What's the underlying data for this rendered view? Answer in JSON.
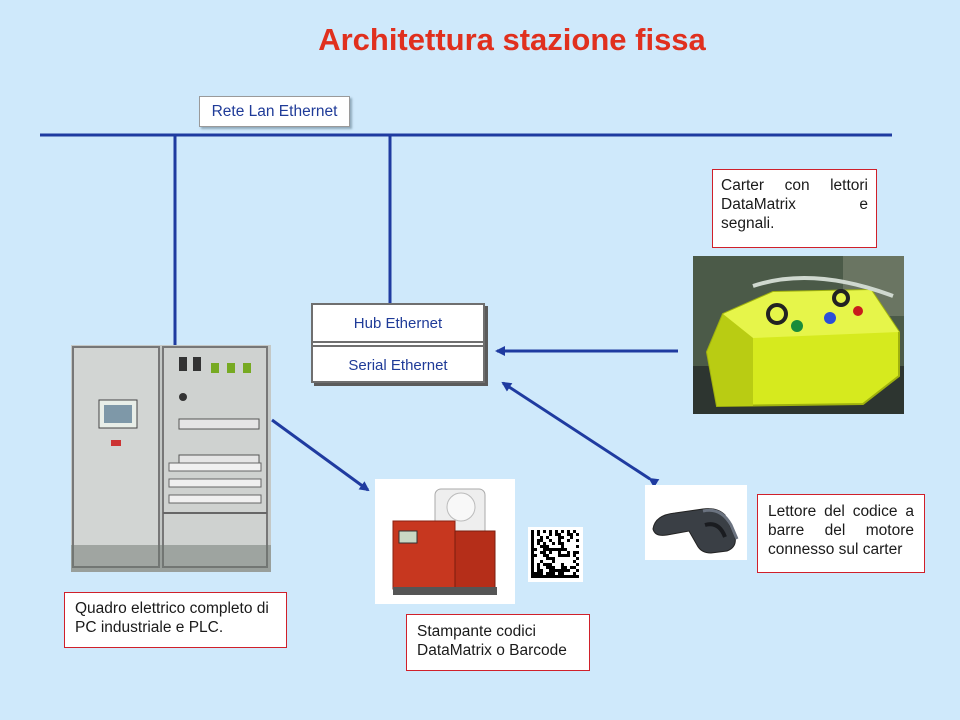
{
  "title": "Architettura stazione fissa",
  "lan_label": "Rete Lan  Ethernet",
  "hub": {
    "row1": "Hub  Ethernet",
    "row2": "Serial  Ethernet"
  },
  "carter_box": {
    "line1_a": "Carter",
    "line1_b": "con",
    "line1_c": "lettori",
    "line2_a": "DataMatrix",
    "line2_b": "e",
    "line3": "segnali."
  },
  "reader_box": {
    "line1": "Lettore  del  codice  a",
    "line2": "barre  del  motore",
    "line3": "connesso sul carter"
  },
  "panel_box": {
    "line1": "Quadro elettrico completo di",
    "line2": "PC industriale e  PLC."
  },
  "printer_box": {
    "line1": "Stampante codici",
    "line2": "DataMatrix o Barcode"
  },
  "colors": {
    "title": "#e0301e",
    "lines": "#1f3ba0",
    "border": "#d0202a",
    "background": "#cfe9fb"
  }
}
